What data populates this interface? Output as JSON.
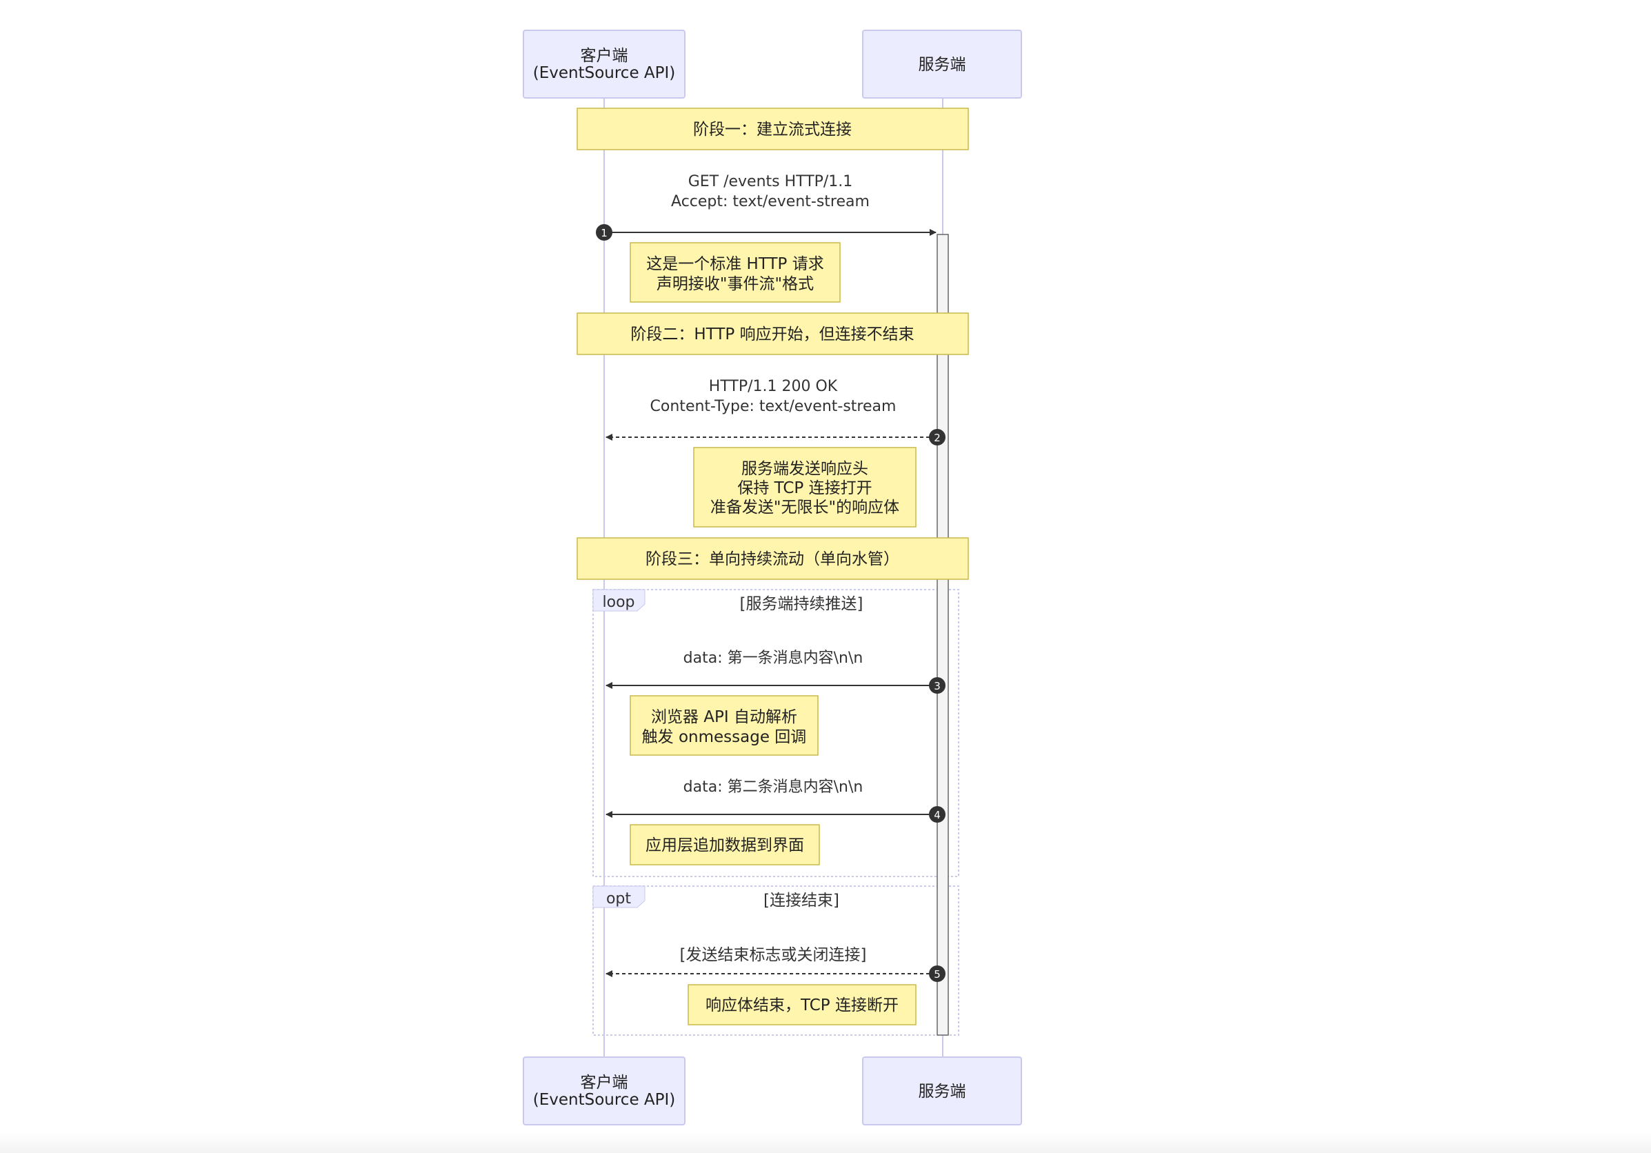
{
  "participants": [
    {
      "id": "client",
      "label_lines": [
        "客户端",
        "(EventSource API)"
      ]
    },
    {
      "id": "server",
      "label_lines": [
        "服务端"
      ]
    }
  ],
  "phases": [
    "阶段一：建立流式连接",
    "阶段二：HTTP 响应开始，但连接不结束",
    "阶段三：单向持续流动（单向水管）"
  ],
  "messages": [
    {
      "number": "1",
      "from": "client",
      "to": "server",
      "style": "solid",
      "label_lines": [
        "GET /events HTTP/1.1",
        "Accept: text/event-stream"
      ]
    },
    {
      "number": "2",
      "from": "server",
      "to": "client",
      "style": "dashed",
      "label_lines": [
        "HTTP/1.1 200 OK",
        "Content-Type: text/event-stream"
      ]
    },
    {
      "number": "3",
      "from": "server",
      "to": "client",
      "style": "solid",
      "label_lines": [
        "data: 第一条消息内容\\n\\n"
      ]
    },
    {
      "number": "4",
      "from": "server",
      "to": "client",
      "style": "solid",
      "label_lines": [
        "data: 第二条消息内容\\n\\n"
      ]
    },
    {
      "number": "5",
      "from": "server",
      "to": "client",
      "style": "dashed",
      "label_lines": [
        "[发送结束标志或关闭连接]"
      ]
    }
  ],
  "notes": [
    {
      "lines": [
        "这是一个标准 HTTP 请求",
        "声明接收\"事件流\"格式"
      ]
    },
    {
      "lines": [
        "服务端发送响应头",
        "保持 TCP 连接打开",
        "准备发送\"无限长\"的响应体"
      ]
    },
    {
      "lines": [
        "浏览器 API 自动解析",
        "触发 onmessage 回调"
      ]
    },
    {
      "lines": [
        "应用层追加数据到界面"
      ]
    },
    {
      "lines": [
        "响应体结束，TCP 连接断开"
      ]
    }
  ],
  "fragments": [
    {
      "keyword": "loop",
      "condition": "[服务端持续推送]"
    },
    {
      "keyword": "opt",
      "condition": "[连接结束]"
    }
  ],
  "colors": {
    "actor_fill": "#ececff",
    "actor_stroke": "#c9c9f0",
    "note_fill": "#fff5ad",
    "note_stroke": "#c9b94a",
    "lifeline": "#c8c8ee",
    "fragment_border": "#c9c9ea",
    "arrow": "#333333",
    "text": "#333333"
  }
}
